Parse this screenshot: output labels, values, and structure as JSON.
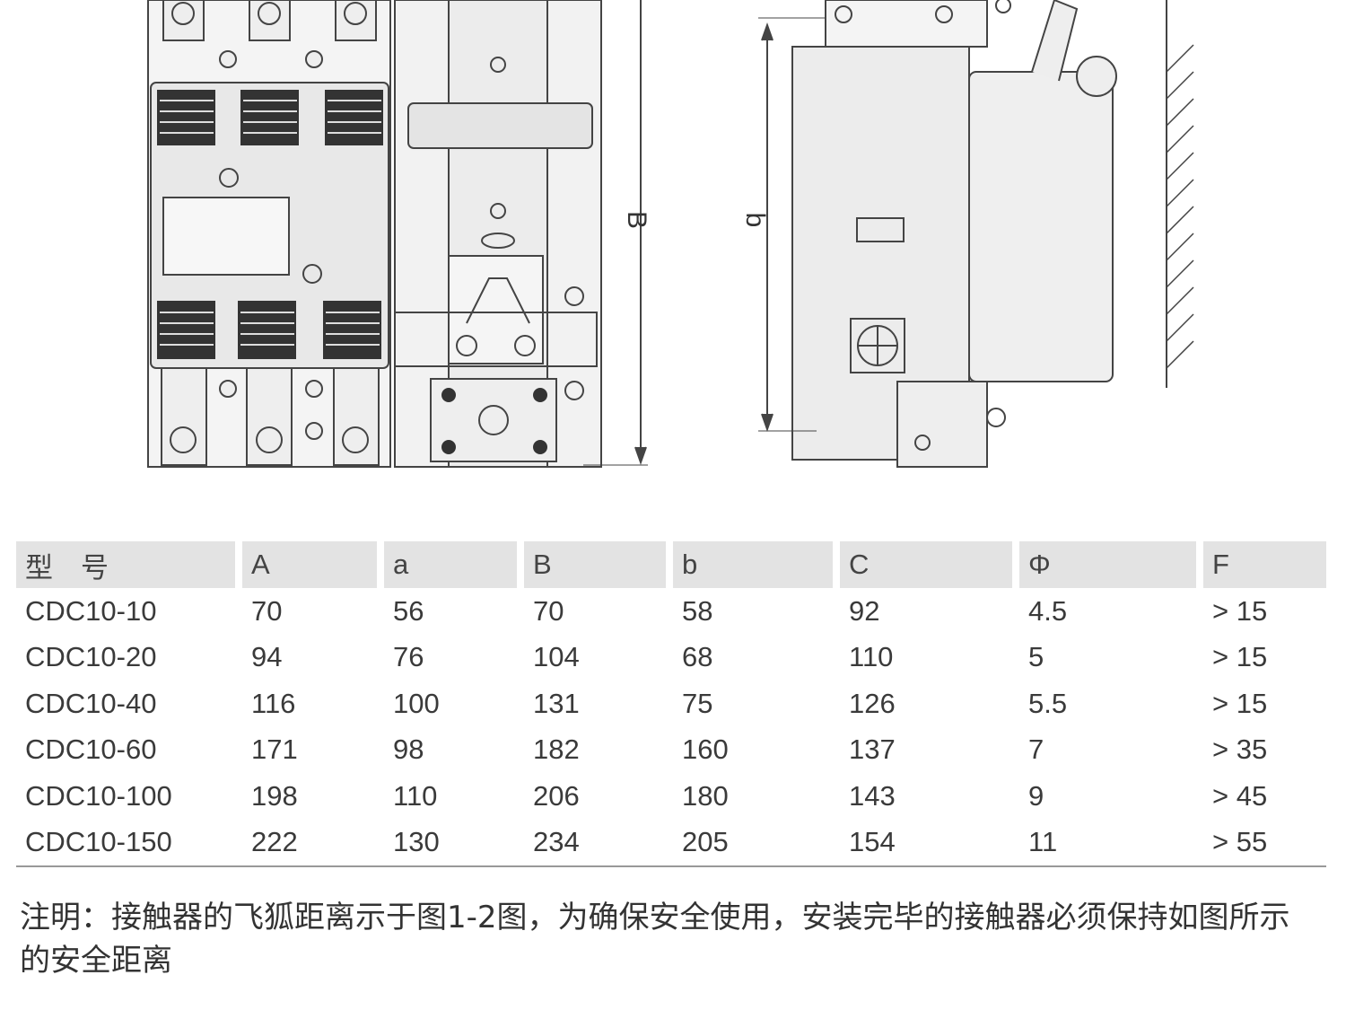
{
  "drawing": {
    "front_view_dimension_label": "B",
    "side_view_dimension_label": "b"
  },
  "table": {
    "headers": [
      "型　号",
      "A",
      "a",
      "B",
      "b",
      "C",
      "Φ",
      "F"
    ],
    "rows": [
      [
        "CDC10-10",
        "70",
        "56",
        "70",
        "58",
        "92",
        "4.5",
        "> 15"
      ],
      [
        "CDC10-20",
        "94",
        "76",
        "104",
        "68",
        "110",
        "5",
        "> 15"
      ],
      [
        "CDC10-40",
        "116",
        "100",
        "131",
        "75",
        "126",
        "5.5",
        "> 15"
      ],
      [
        "CDC10-60",
        "171",
        "98",
        "182",
        "160",
        "137",
        "7",
        "> 35"
      ],
      [
        "CDC10-100",
        "198",
        "110",
        "206",
        "180",
        "143",
        "9",
        "> 45"
      ],
      [
        "CDC10-150",
        "222",
        "130",
        "234",
        "205",
        "154",
        "11",
        "> 55"
      ]
    ]
  },
  "note": "注明：接触器的飞狐距离示于图1-2图，为确保安全使用，安装完毕的接触器必须保持如图所示的安全距离"
}
